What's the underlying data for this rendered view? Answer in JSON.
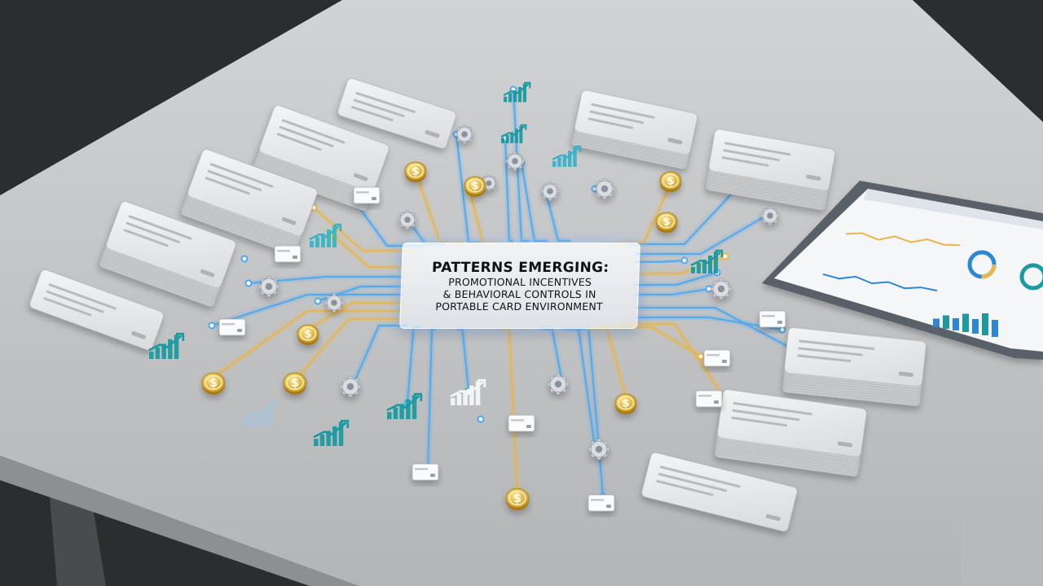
{
  "headline": {
    "line1": "PATTERNS EMERGING:",
    "line2": "PROMOTIONAL INCENTIVES",
    "line3": "& BEHAVIORAL CONTROLS IN",
    "line4": "PORTABLE CARD ENVIRONMENT"
  },
  "colors": {
    "backdrop": "#2c2d2f",
    "table_top": "#bdbebf",
    "card": "#e9eaeb",
    "wire_blue": "#4aa8f0",
    "wire_gold": "#e8b64a",
    "coin_gold": "#e9bb3a",
    "chart_teal": "#1a9aa0",
    "gear_gray": "#d9dde2",
    "tablet_frame": "#5a6068"
  },
  "icons": [
    "gear-icon",
    "dollar-coin-icon",
    "trend-chart-icon",
    "mini-card-icon",
    "card-stack"
  ],
  "tablet": {
    "chart_series": [
      0.42,
      0.55,
      0.38,
      0.62,
      0.48,
      0.7,
      0.58,
      0.66
    ],
    "bar_levels": [
      0.35,
      0.55,
      0.5,
      0.75,
      0.6,
      0.9,
      0.7
    ]
  }
}
